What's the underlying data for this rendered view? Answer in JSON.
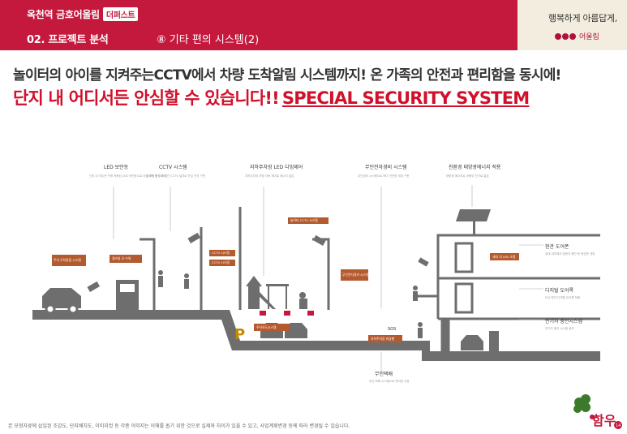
{
  "header": {
    "project": "옥천역 금호어울림",
    "badge": "더퍼스트",
    "section": "02. 프로젝트 분석",
    "subsection": "⑧ 기타 편의 시스템(2)",
    "slogan": "행복하게 아름답게,",
    "brand": "어울림"
  },
  "headline": {
    "line1": "놀이터의 아이를 지켜주는CCTV에서 차량 도착알림 시스템까지! 온 가족의 안전과 편리함을 동시에!",
    "line2_kr": "단지 내 어디서든 안심할 수 있습니다!!",
    "line2_en": "SPECIAL SECURITY SYSTEM"
  },
  "diagram": {
    "titles": {
      "led": "LED 보안등",
      "cctv": "CCTV 시스템",
      "parking_led": "지하주차장 LED 디밍제어",
      "security": "무인전자경비 시스템",
      "solar": "친환경 태양광에너지 적용",
      "lobby": "현관 도어폰",
      "digital": "디지털 도어록",
      "ev": "전기차 충전시스템",
      "delivery": "무인택배"
    },
    "descs": {
      "led": "단지 내 어두운 곳에 적용된 LED 보안등으로 야간 보행 안전 확보",
      "cctv": "놀이터 및 주요 공간 CCTV 설치로 안심 단지 구현",
      "parking_led": "지하주차장 조명 자동 제어로 에너지 절감",
      "security": "무인경비 시스템으로 보다 안전한 세대 구현",
      "solar": "태양광 에너지로 공용부 전기료 절감",
      "lobby": "세대 내부에서 방문자 확인 후 현관문 개방",
      "digital": "도난 방지 디지털 도어록 적용",
      "ev": "전기차 충전 시스템 설치",
      "delivery": "무인 택배 시스템으로 편리한 수령"
    },
    "tags": {
      "car_arrival": "주차 도착알림 시스템",
      "guard": "경비실 오·수위",
      "cctv1": "CCTV 시스템",
      "cctv2": "놀이터 CCTV 시스템",
      "parking": "주차유도시스템",
      "emergency": "비상 주차장 CCTV 시스템",
      "sos": "SOS",
      "sos_tag": "지하주차장 비상벨",
      "lobby_tag": "세대 내 LED 조명",
      "security_tag": "무인전자경비 시스템"
    },
    "p_mark": "P"
  },
  "footer": "본 모형자료에 삽입된 조감도, 단지배치도, 이미지컷 등 각종 이미지는 이해를 돕기 위한 것으로 실제와 차이가 있을 수 있고, 사업계획변경 등에 따라 변경될 수 있습니다.",
  "logo": {
    "text": "함우",
    "page": "14"
  },
  "colors": {
    "accent": "#c4183c",
    "tag": "#b45a2f",
    "gray": "#6e6e6e"
  }
}
